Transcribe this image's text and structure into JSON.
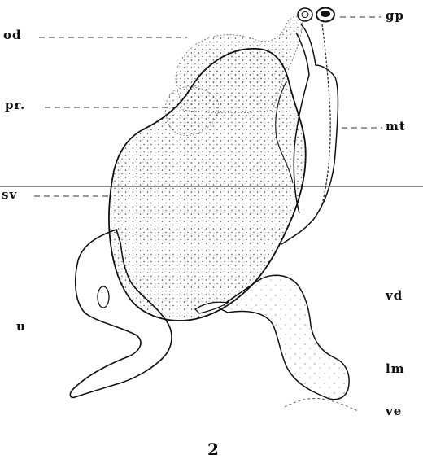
{
  "figure": {
    "number": "2",
    "labels": {
      "od": "od",
      "pr": "pr.",
      "sv": "sv",
      "u": "u",
      "gp": "gp",
      "mt": "mt",
      "vd": "vd",
      "lm": "lm",
      "ve": "ve"
    }
  }
}
